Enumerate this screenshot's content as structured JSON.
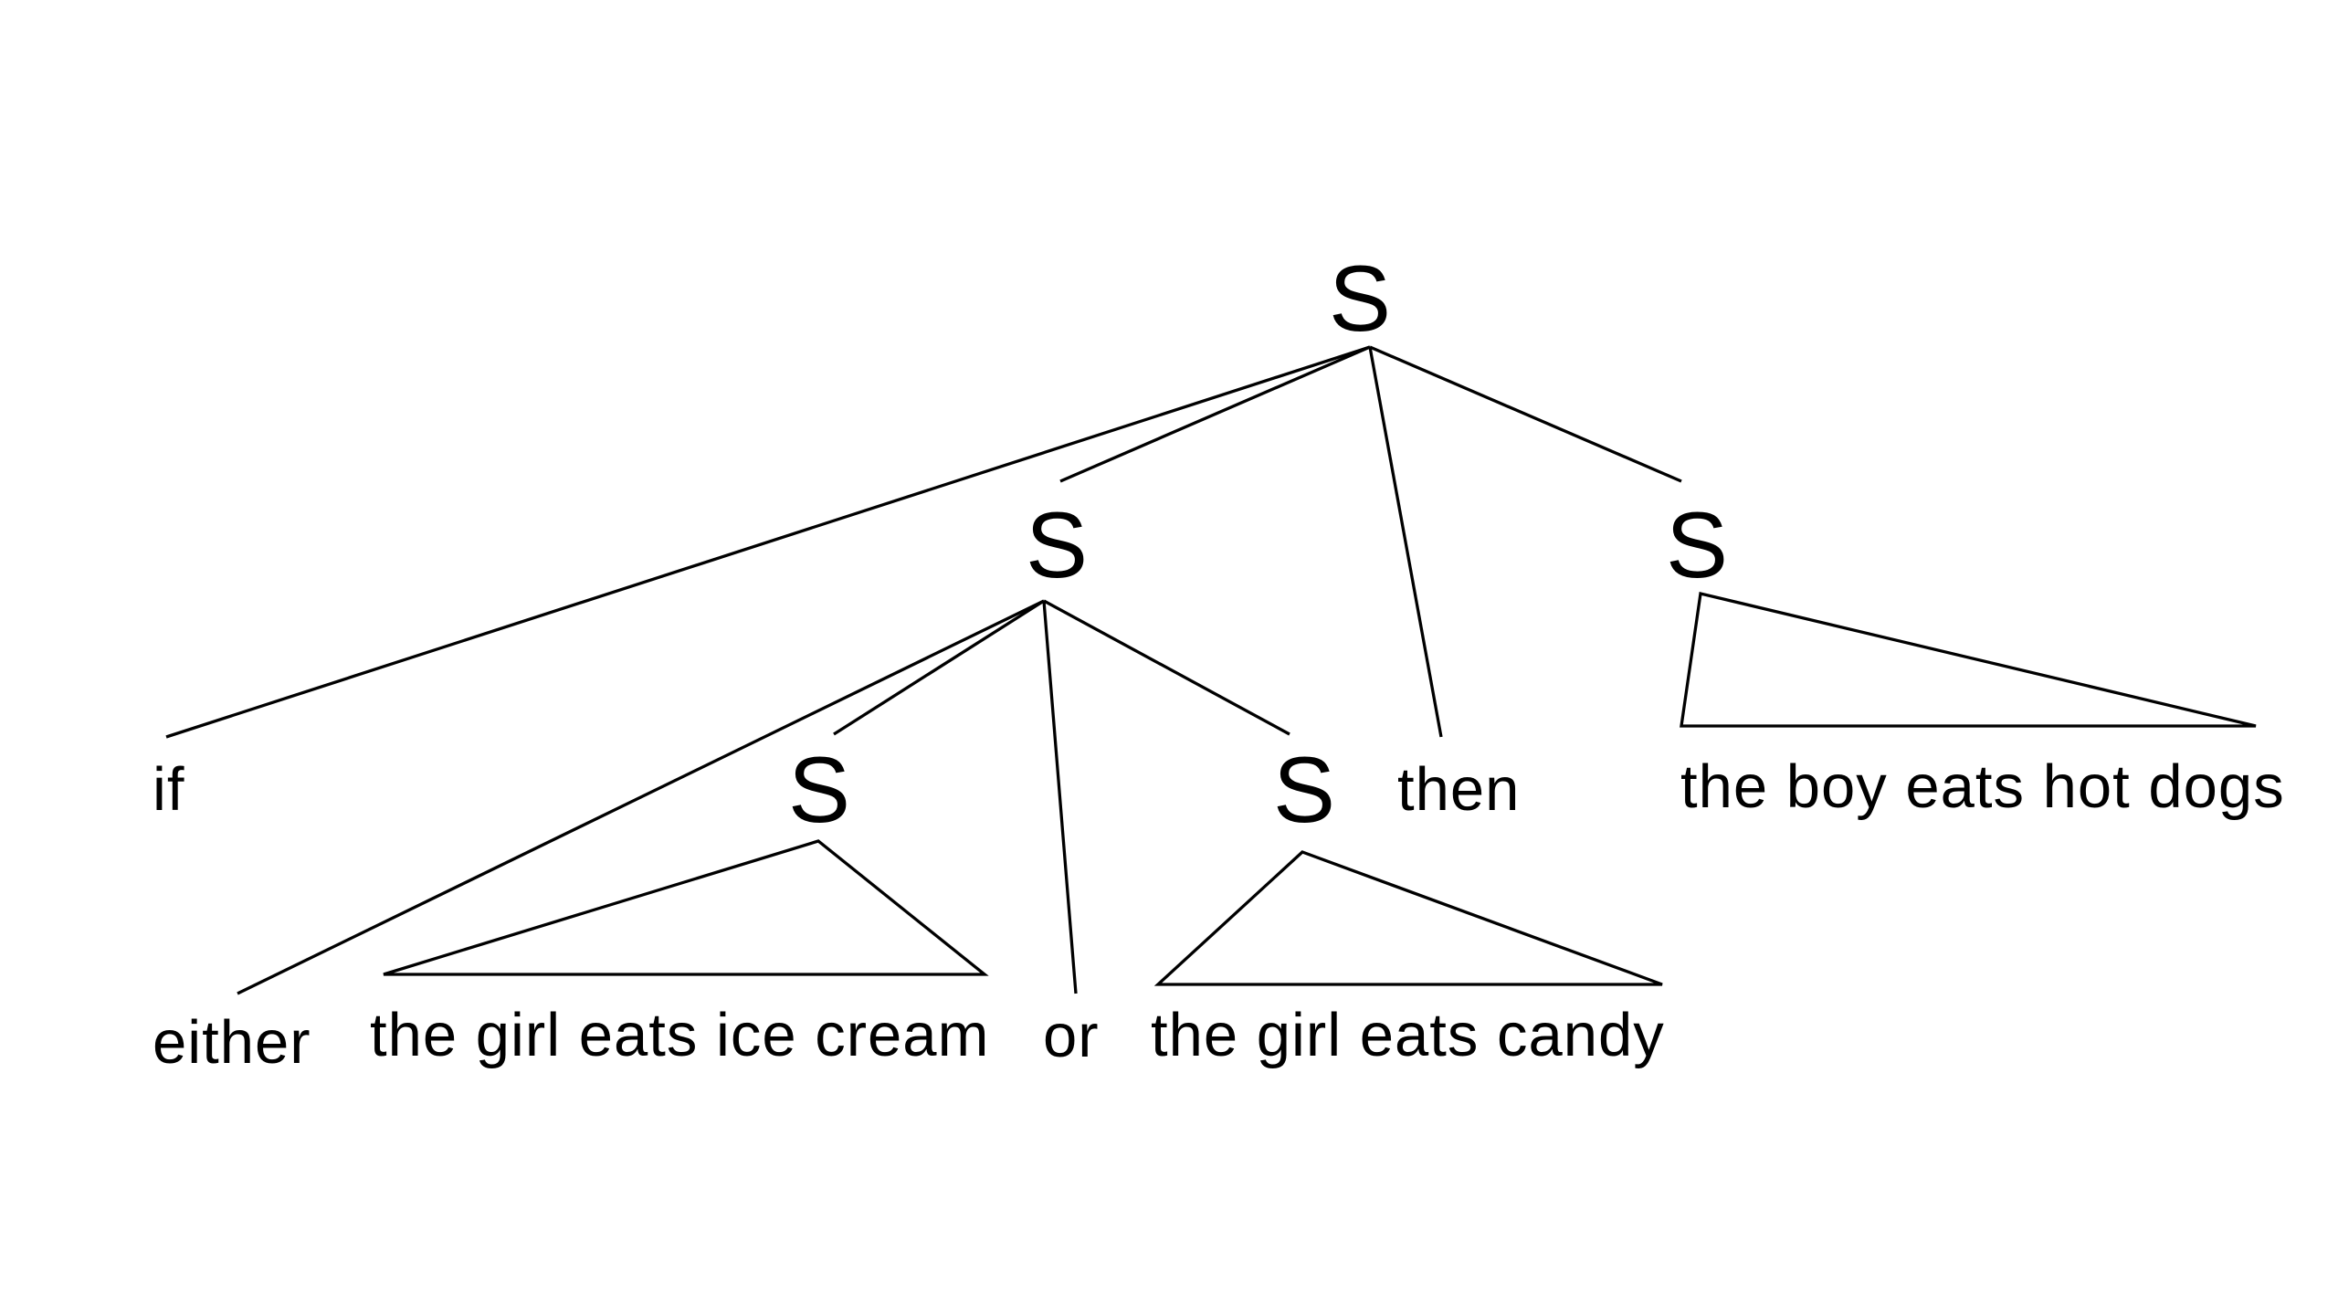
{
  "tree": {
    "root": {
      "label": "S"
    },
    "left_clause": {
      "label": "S"
    },
    "right_clause": {
      "label": "S"
    },
    "inner_left_clause": {
      "label": "S"
    },
    "inner_right_clause": {
      "label": "S"
    },
    "words": {
      "if": "if",
      "then": "then",
      "either": "either",
      "or": "or",
      "girl_ice_cream": "the girl eats ice cream",
      "girl_candy": "the girl eats candy",
      "boy_hot_dogs": "the boy eats hot dogs"
    }
  }
}
